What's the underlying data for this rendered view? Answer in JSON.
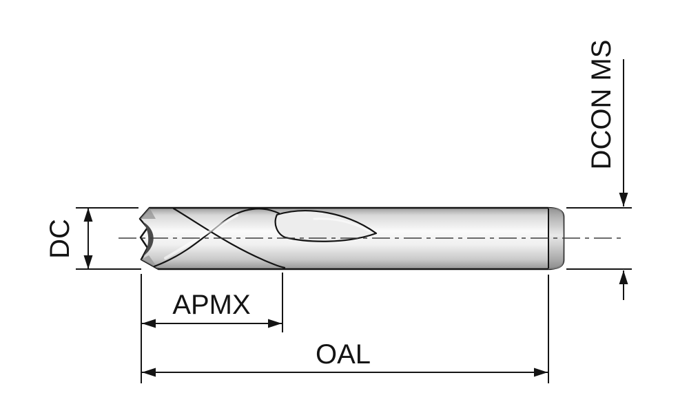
{
  "diagram": {
    "type": "technical-dimension-drawing",
    "subject": "Two-flute end mill, side view, with dimension callouts",
    "labels": {
      "dc": "DC",
      "apmx": "APMX",
      "oal": "OAL",
      "dcon_ms": "DCON MS"
    },
    "colors": {
      "background": "#ffffff",
      "line": "#141414",
      "tool_light": "#fafafa",
      "tool_mid": "#dcdcdc",
      "tool_dark": "#9a9a9a"
    }
  }
}
